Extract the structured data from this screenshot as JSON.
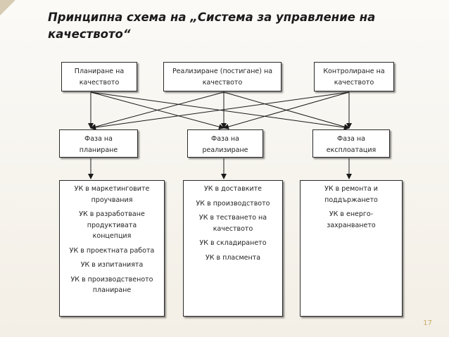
{
  "title": {
    "line1": "Принципна схема на „Система за управление на",
    "line2": "качеството“"
  },
  "top_boxes": [
    {
      "line1": "Планиране на",
      "line2": "качеството"
    },
    {
      "line1": "Реализиране (постигане) на",
      "line2": "качеството"
    },
    {
      "line1": "Контролиране на",
      "line2": "качеството"
    }
  ],
  "phase_boxes": [
    {
      "line1": "Фаза на",
      "line2": "планиране"
    },
    {
      "line1": "Фаза на",
      "line2": "реализиране"
    },
    {
      "line1": "Фаза на",
      "line2": "експлоатация"
    }
  ],
  "detail_boxes": [
    {
      "items": [
        [
          "УК в маркетинговите",
          "проучвания"
        ],
        [
          "УК в разработване",
          "продуктивата",
          "концепция"
        ],
        [
          "УК в проектната работа"
        ],
        [
          "УК в изпитанията"
        ],
        [
          "УК в производственото",
          "планиране"
        ]
      ]
    },
    {
      "items": [
        [
          "УК в доставките"
        ],
        [
          "УК в производството"
        ],
        [
          "УК в тестването на",
          "качеството"
        ],
        [
          "УК в складирането"
        ],
        [
          "УК в пласмента"
        ]
      ]
    },
    {
      "items": [
        [
          "УК в ремонта и",
          "поддържането"
        ],
        [
          "УК в енерго-",
          "захранването"
        ]
      ]
    }
  ],
  "page_number": "17",
  "colors": {
    "accent": "#c9a96a",
    "border": "#2a2a2a",
    "background": "#f3efe6"
  }
}
